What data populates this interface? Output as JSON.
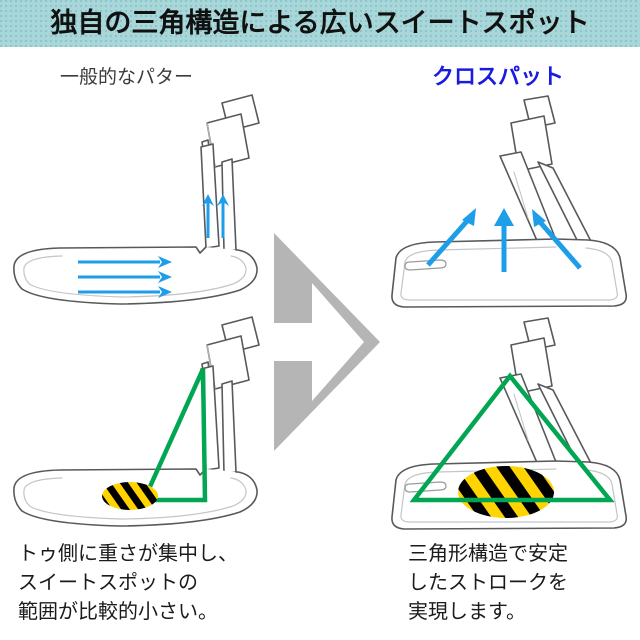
{
  "header": {
    "title": "独自の三角構造による広いスイートスポット",
    "background_color": "#a9d6d8",
    "text_color": "#111111"
  },
  "columns": {
    "left": {
      "label": "一般的なパター",
      "label_color": "#3b3b3b",
      "caption": "トゥ側に重さが集中し、\nスイートスポットの\n範囲が比較的小さい。"
    },
    "right": {
      "label": "クロスパット",
      "label_color": "#1a1ae0",
      "caption": "三角形構造で安定\nしたストロークを\n実現します。"
    }
  },
  "center": {
    "arrow_icon": "chevron-right-arrow",
    "arrow_color": "#b5b5b5"
  },
  "illustrations": {
    "top_left": {
      "name": "conventional-putter-force-diagram",
      "arrow_color": "#1e9ee8",
      "horizontal_arrow_count": 3,
      "vertical_arrow_count": 2,
      "outline_color": "#58595b"
    },
    "top_right": {
      "name": "crosspat-putter-force-diagram",
      "arrow_color": "#1e9ee8",
      "converging_arrow_count": 3,
      "outline_color": "#58595b"
    },
    "bottom_left": {
      "name": "conventional-putter-sweetspot-diagram",
      "triangle_color": "#00a651",
      "sweetspot_label": "narrow-sweet-spot",
      "sweetspot_stripe_colors": [
        "#ffd400",
        "#000000"
      ],
      "sweetspot_width": 56,
      "sweetspot_height": 28
    },
    "bottom_right": {
      "name": "crosspat-putter-sweetspot-diagram",
      "triangle_color": "#00a651",
      "sweetspot_label": "wide-sweet-spot",
      "sweetspot_stripe_colors": [
        "#ffd400",
        "#000000"
      ],
      "sweetspot_width": 96,
      "sweetspot_height": 52
    }
  }
}
